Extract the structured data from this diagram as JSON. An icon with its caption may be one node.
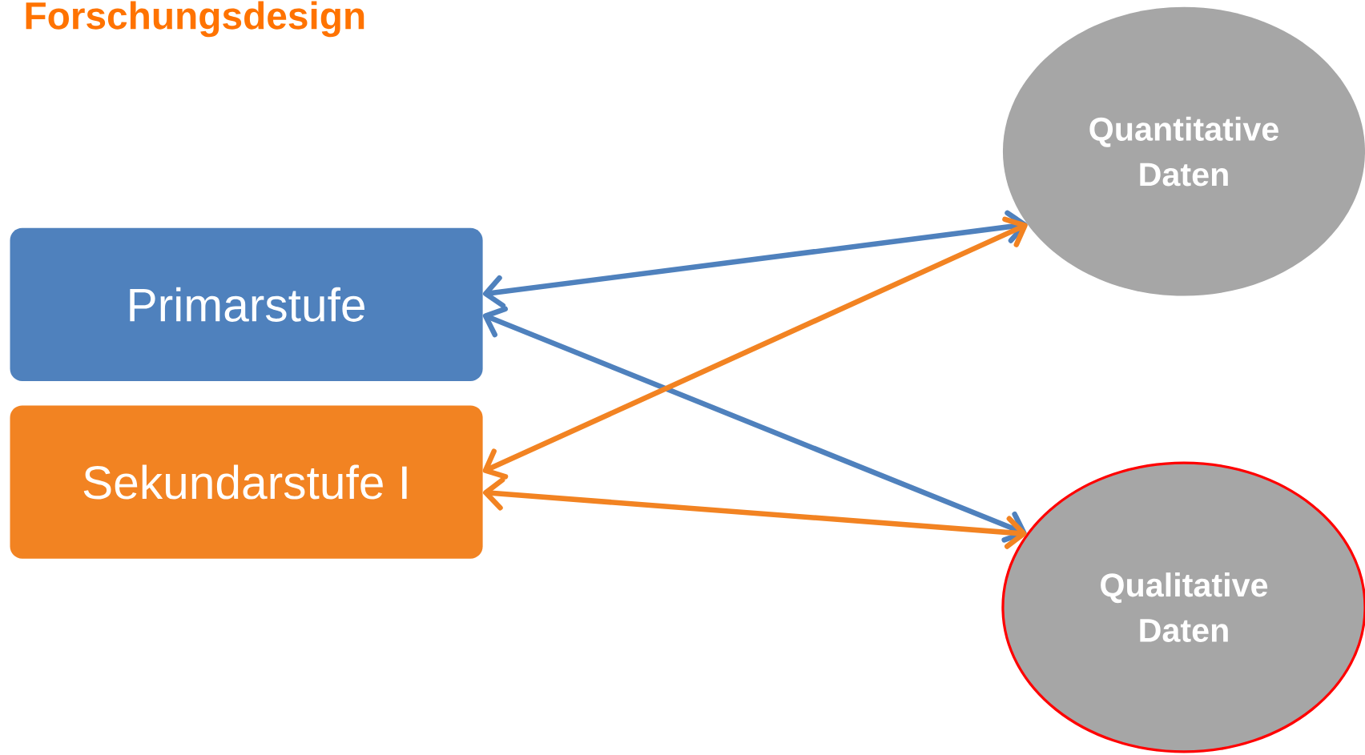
{
  "diagram": {
    "title": "Forschungsdesign",
    "nodes": [
      {
        "text": [
          "Primarstufe"
        ]
      },
      {
        "text": [
          "Sekundarstufe I"
        ]
      },
      {
        "text": [
          "Quantitative Daten"
        ]
      },
      {
        "text": [
          "Qualitative Daten"
        ]
      }
    ],
    "edges": [
      {
        "from": 0,
        "to": 2,
        "arrow": "both",
        "color": "#4f81bd"
      },
      {
        "from": 0,
        "to": 3,
        "arrow": "both",
        "color": "#4f81bd"
      },
      {
        "from": 1,
        "to": 2,
        "arrow": "both",
        "color": "#f28322"
      },
      {
        "from": 1,
        "to": 3,
        "arrow": "both",
        "color": "#f28322"
      }
    ]
  }
}
